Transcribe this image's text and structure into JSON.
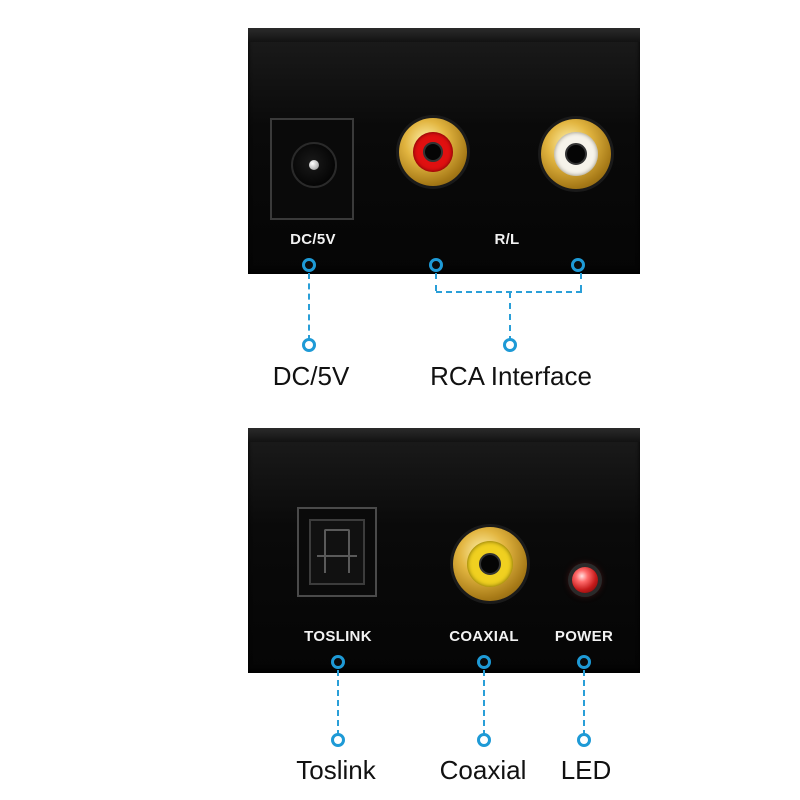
{
  "top_panel": {
    "labels": {
      "dc": "DC/5V",
      "rl": "R/L"
    },
    "captions": {
      "dc": "DC/5V",
      "rca": "RCA Interface"
    }
  },
  "bottom_panel": {
    "labels": {
      "toslink": "TOSLINK",
      "coaxial": "COAXIAL",
      "power": "POWER"
    },
    "captions": {
      "toslink": "Toslink",
      "coaxial": "Coaxial",
      "led": "LED"
    }
  },
  "colors": {
    "callout_blue": "#1e9ad6",
    "rca_right_center": "#e01010",
    "rca_left_center": "#ffffff",
    "coaxial_center": "#f0d020",
    "led_red": "#d41b1b",
    "panel_black": "#0a0a0a"
  },
  "icons": [
    "dc-power-jack",
    "rca-jack-red",
    "rca-jack-white",
    "toslink-optical-port",
    "coaxial-jack",
    "power-led"
  ]
}
